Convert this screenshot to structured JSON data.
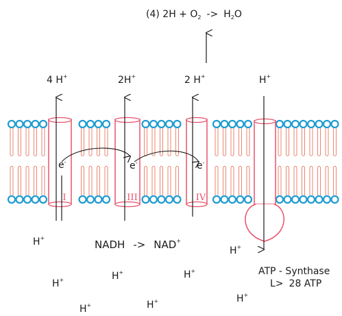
{
  "reaction": {
    "text": "(4) 2H + O",
    "sub": "2",
    "arrow": "->",
    "product": "H",
    "product_sub": "2",
    "product_end": "O"
  },
  "pump_labels": [
    {
      "text": "4 H",
      "sup": "+"
    },
    {
      "text": "2H",
      "sup": "+"
    },
    {
      "text": "2 H",
      "sup": "+"
    },
    {
      "text": "H",
      "sup": "+"
    }
  ],
  "complexes": [
    "I",
    "III",
    "IV"
  ],
  "electron": {
    "text": "e",
    "sup": "-"
  },
  "nadh": {
    "from": "NADH",
    "arrow": "->",
    "to": "NAD",
    "sup": "+"
  },
  "proton": {
    "text": "H",
    "sup": "+"
  },
  "atp_synthase": {
    "name": "ATP - Synthase",
    "arrow": "L>",
    "yield": "28 ATP"
  },
  "colors": {
    "head": "#1e9bd0",
    "tail": "#e8866e",
    "protein": "#e8506a",
    "ink": "#1a1a1a"
  }
}
